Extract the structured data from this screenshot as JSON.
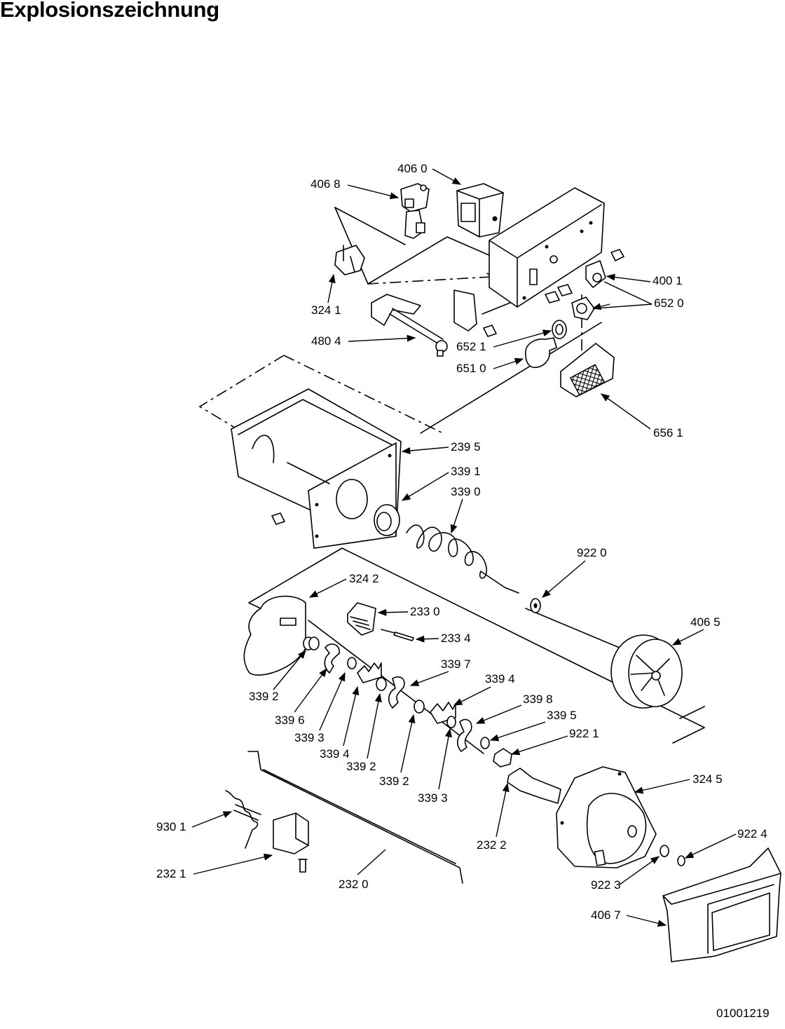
{
  "title": "Explosionszeichnung",
  "document_number": "01001219",
  "part_labels": {
    "p4060": "406 0",
    "p4068": "406 8",
    "p3241": "324 1",
    "p4001": "400 1",
    "p6520": "652 0",
    "p4804": "480 4",
    "p6521": "652 1",
    "p6510": "651 0",
    "p6561": "656 1",
    "p2395": "239 5",
    "p3391": "339 1",
    "p3390": "339 0",
    "p9220": "922 0",
    "p3242": "324 2",
    "p2330": "233 0",
    "p2334": "233 4",
    "p4065": "406 5",
    "p3397": "339 7",
    "p3394a": "339 4",
    "p3398": "339 8",
    "p3395": "339 5",
    "p9221": "922 1",
    "p3392a": "339 2",
    "p3396": "339 6",
    "p3393a": "339 3",
    "p3394b": "339 4",
    "p3392b": "339 2",
    "p3392c": "339 2",
    "p3393b": "339 3",
    "p3245": "324 5",
    "p2322": "232 2",
    "p9224": "922 4",
    "p9223": "922 3",
    "p4067": "406 7",
    "p9301": "930 1",
    "p2321": "232 1",
    "p2320": "232 0"
  }
}
